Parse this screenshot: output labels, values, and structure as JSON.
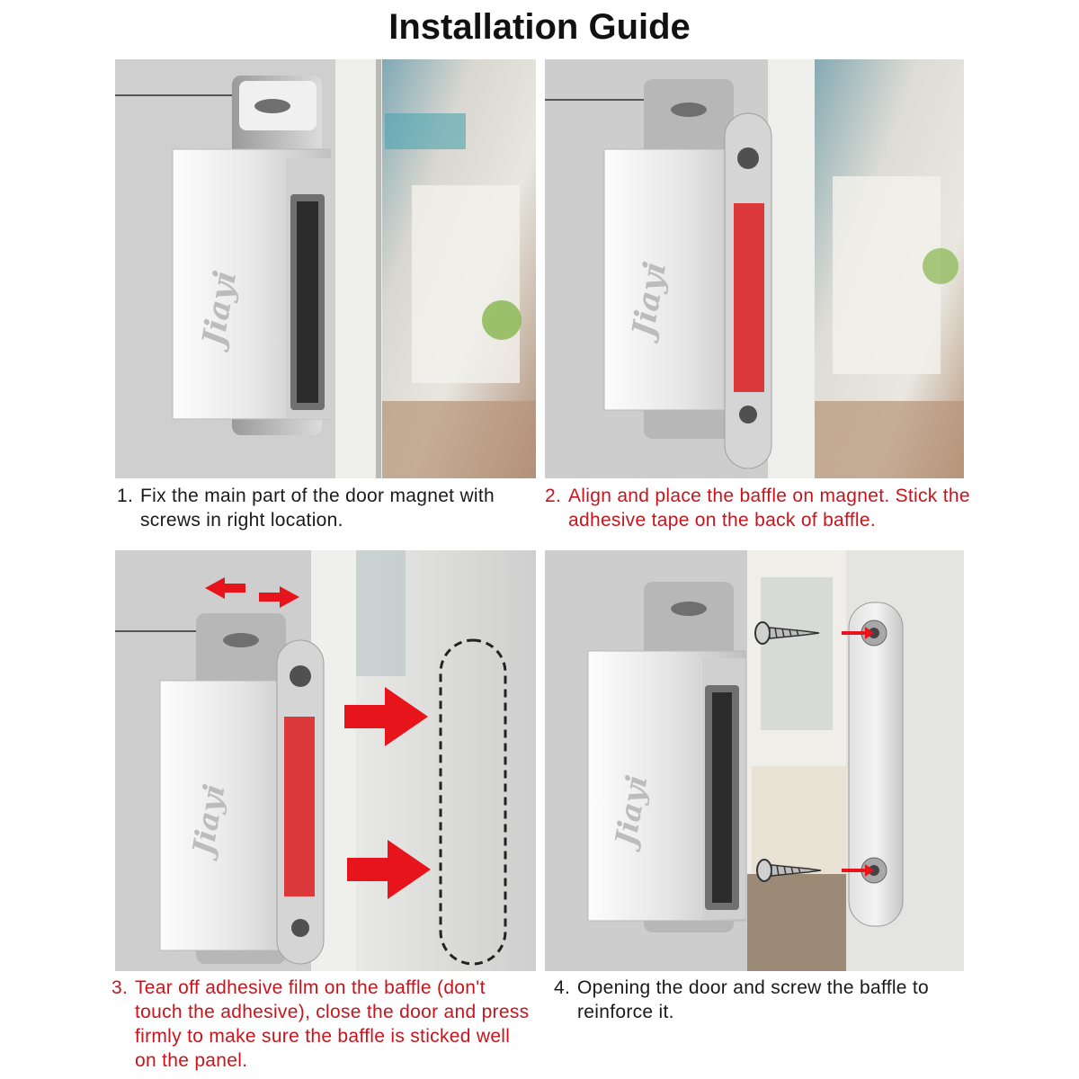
{
  "title": "Installation Guide",
  "brand_logo": "Jiayi",
  "colors": {
    "accent_red": "#c8141c",
    "step_text": "#1a1a1a",
    "arrow_red": "#e8141c"
  },
  "steps": [
    {
      "number": "1.",
      "text": "Fix the main part of the door magnet with screws in right location.",
      "color": "black"
    },
    {
      "number": "2.",
      "text": "Align and place the baffle on magnet. Stick the adhesive tape on the back of baffle.",
      "color": "red"
    },
    {
      "number": "3.",
      "text": "Tear off adhesive film on the baffle (don't touch the adhesive), close the door and press firmly to make sure the baffle is sticked well on the panel.",
      "color": "red"
    },
    {
      "number": "4.",
      "text": "Opening the door and screw the baffle to reinforce it.",
      "color": "black"
    }
  ],
  "icons": [
    "double-arrow-icon",
    "right-arrow-icon",
    "screw-icon"
  ]
}
